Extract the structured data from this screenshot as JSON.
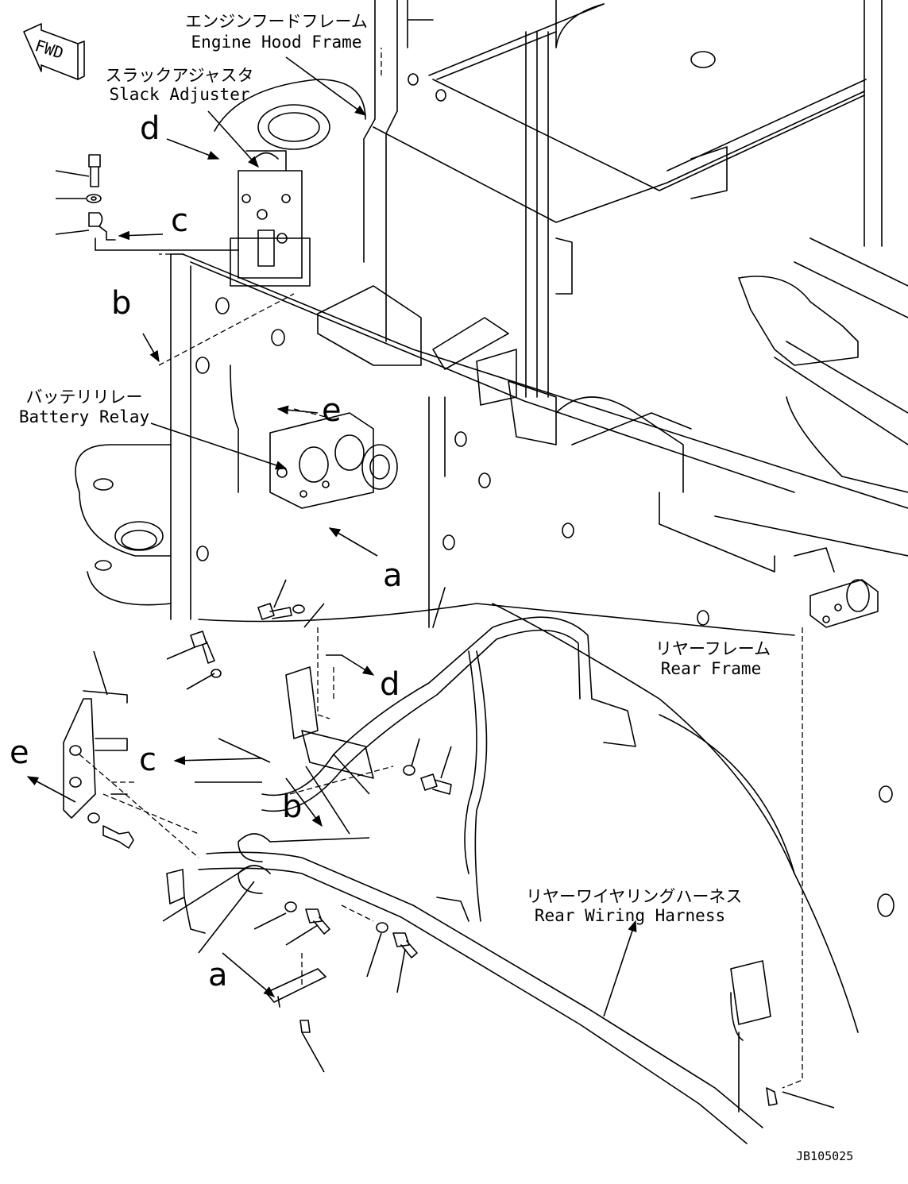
{
  "labels": {
    "engine_hood_frame": {
      "jp": "エンジンフードフレーム",
      "en": "Engine Hood Frame"
    },
    "slack_adjuster": {
      "jp": "スラックアジャスタ",
      "en": "Slack Adjuster"
    },
    "battery_relay": {
      "jp": "バッテリリレー",
      "en": "Battery Relay"
    },
    "rear_frame": {
      "jp": "リヤーフレーム",
      "en": "Rear Frame"
    },
    "rear_wiring_harness": {
      "jp": "リヤーワイヤリングハーネス",
      "en": "Rear Wiring Harness"
    }
  },
  "fwd_badge": "FWD",
  "callouts": {
    "a_upper": "a",
    "a_lower": "a",
    "b_upper": "b",
    "b_lower": "b",
    "c_upper": "c",
    "c_lower": "c",
    "d_upper": "d",
    "d_lower": "d",
    "e_upper": "e",
    "e_lower": "e"
  },
  "drawing_code": "JB105025"
}
